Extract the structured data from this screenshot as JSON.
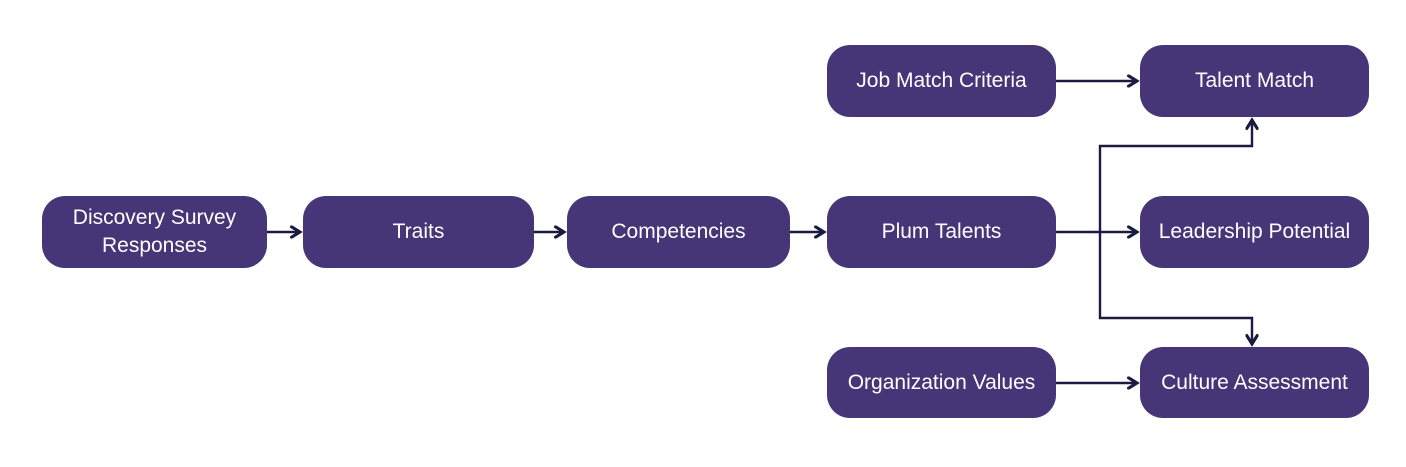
{
  "diagram": {
    "type": "flowchart",
    "colors": {
      "node_fill": "#463577",
      "node_text": "#ffffff",
      "connector": "#1b1b41",
      "background": "#ffffff"
    },
    "nodes": [
      {
        "id": "discovery-survey-responses",
        "label": "Discovery Survey Responses"
      },
      {
        "id": "traits",
        "label": "Traits"
      },
      {
        "id": "competencies",
        "label": "Competencies"
      },
      {
        "id": "plum-talents",
        "label": "Plum Talents"
      },
      {
        "id": "leadership-potential",
        "label": "Leadership Potential"
      },
      {
        "id": "job-match-criteria",
        "label": "Job Match Criteria"
      },
      {
        "id": "talent-match",
        "label": "Talent Match"
      },
      {
        "id": "organization-values",
        "label": "Organization Values"
      },
      {
        "id": "culture-assessment",
        "label": "Culture Assessment"
      }
    ],
    "edges": [
      {
        "from": "discovery-survey-responses",
        "to": "traits"
      },
      {
        "from": "traits",
        "to": "competencies"
      },
      {
        "from": "competencies",
        "to": "plum-talents"
      },
      {
        "from": "plum-talents",
        "to": "leadership-potential"
      },
      {
        "from": "plum-talents",
        "to": "talent-match"
      },
      {
        "from": "plum-talents",
        "to": "culture-assessment"
      },
      {
        "from": "job-match-criteria",
        "to": "talent-match"
      },
      {
        "from": "organization-values",
        "to": "culture-assessment"
      }
    ]
  }
}
